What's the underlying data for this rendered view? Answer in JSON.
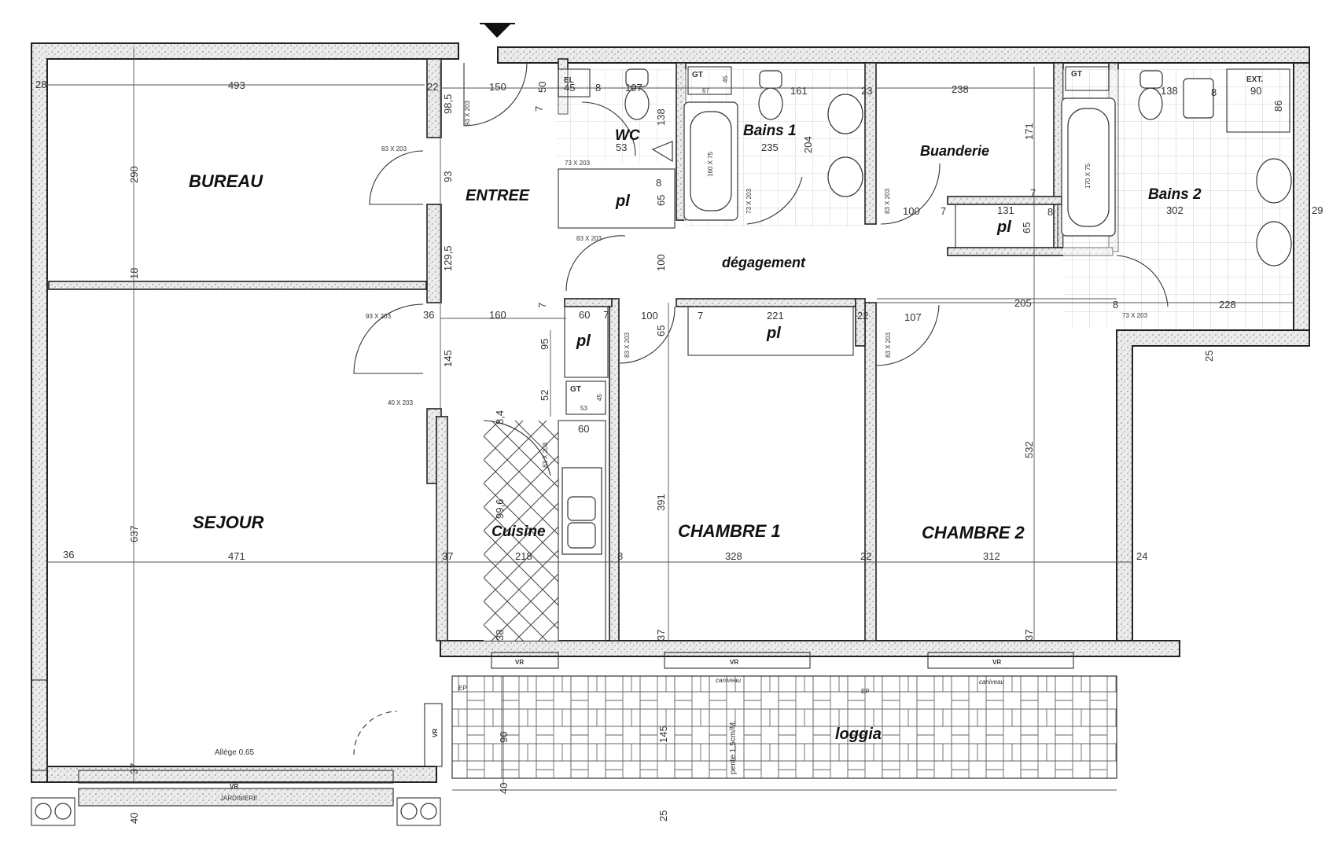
{
  "rooms": {
    "bureau": "BUREAU",
    "sejour": "SEJOUR",
    "entree": "ENTREE",
    "cuisine": "Cuisine",
    "wc": "WC",
    "bains1": "Bains 1",
    "bains2": "Bains 2",
    "buanderie": "Buanderie",
    "degagement": "dégagement",
    "chambre1": "CHAMBRE 1",
    "chambre2": "CHAMBRE 2",
    "loggia": "loggia",
    "pl1": "pl",
    "pl2": "pl",
    "pl3": "pl",
    "pl4": "pl"
  },
  "labels": {
    "el": "EL",
    "ext": "EXT.",
    "gt1": "GT",
    "gt2": "GT",
    "gt3": "GT",
    "vr_cuisine": "VR",
    "vr_ch1": "VR",
    "vr_ch2": "VR",
    "vr_sejour": "VR",
    "vr_loggia": "VR",
    "jardiniere": "JARDINIERE",
    "allege": "Allège 0.65",
    "caniveau1": "caniveau",
    "caniveau2": "caniveau",
    "ep1": "EP",
    "ep2": "EP",
    "pente": "pente 1,5cm/M."
  },
  "doors": {
    "d_entree": "93 X 203",
    "d_bureau": "83 X 203",
    "d_sejour": "93 X 203",
    "d_sejour2": "40 X 203",
    "d_wc": "73 X 203",
    "d_pl1": "83 X 203",
    "d_bains1": "73 X 203",
    "d_buanderie": "83 X 203",
    "d_ch1": "83 X 203",
    "d_ch2": "83 X 203",
    "d_cuisine": "83 X 203",
    "d_bains2": "73 X 203"
  },
  "fixtures": {
    "bath1": "160 X 75",
    "bath2": "170 X 75"
  },
  "dimensions": {
    "d493": "493",
    "d150": "150",
    "d50": "50",
    "d45a": "45",
    "d8a": "8",
    "d107a": "107",
    "d67": "67",
    "d45b": "45",
    "d161": "161",
    "d23": "23",
    "d238": "238",
    "d138": "138",
    "d8b": "8",
    "d90": "90",
    "d86": "86",
    "d28": "28",
    "d22a": "22",
    "d98_5": "98,5",
    "d7a": "7",
    "d138b": "138",
    "d53a": "53",
    "d235": "235",
    "d204": "204",
    "d171": "171",
    "d290": "290",
    "d93": "93",
    "d73": "7",
    "d8c": "8",
    "d65a": "65",
    "d100a": "100",
    "d7b": "7",
    "d131": "131",
    "d8d": "8",
    "d65b": "65",
    "d302": "302",
    "d29": "29",
    "d18": "18",
    "d129_5": "129,5",
    "d100b": "100",
    "d205": "205",
    "d8e": "8",
    "d228": "228",
    "d25a": "25",
    "d36a": "36",
    "d160": "160",
    "d7c": "7",
    "d60a": "60",
    "d7d": "7",
    "d100c": "100",
    "d7e": "7",
    "d221": "221",
    "d22b": "22",
    "d107b": "107",
    "d145a": "145",
    "d95": "95",
    "d65c": "65",
    "d52": "52",
    "d45c": "45",
    "d53b": "53",
    "d60b": "60",
    "d8_4": "8,4",
    "d391": "391",
    "d532": "532",
    "d637": "637",
    "d36b": "36",
    "d471": "471",
    "d37a": "37",
    "d218": "218",
    "d8f": "8",
    "d328": "328",
    "d22c": "22",
    "d312": "312",
    "d24": "24",
    "d99_6": "99,6",
    "d37b": "37",
    "d38": "38",
    "d37c": "37",
    "d90b": "90",
    "d145b": "145",
    "d40a": "40",
    "d37d": "37",
    "d40b": "40",
    "d25b": "25"
  }
}
